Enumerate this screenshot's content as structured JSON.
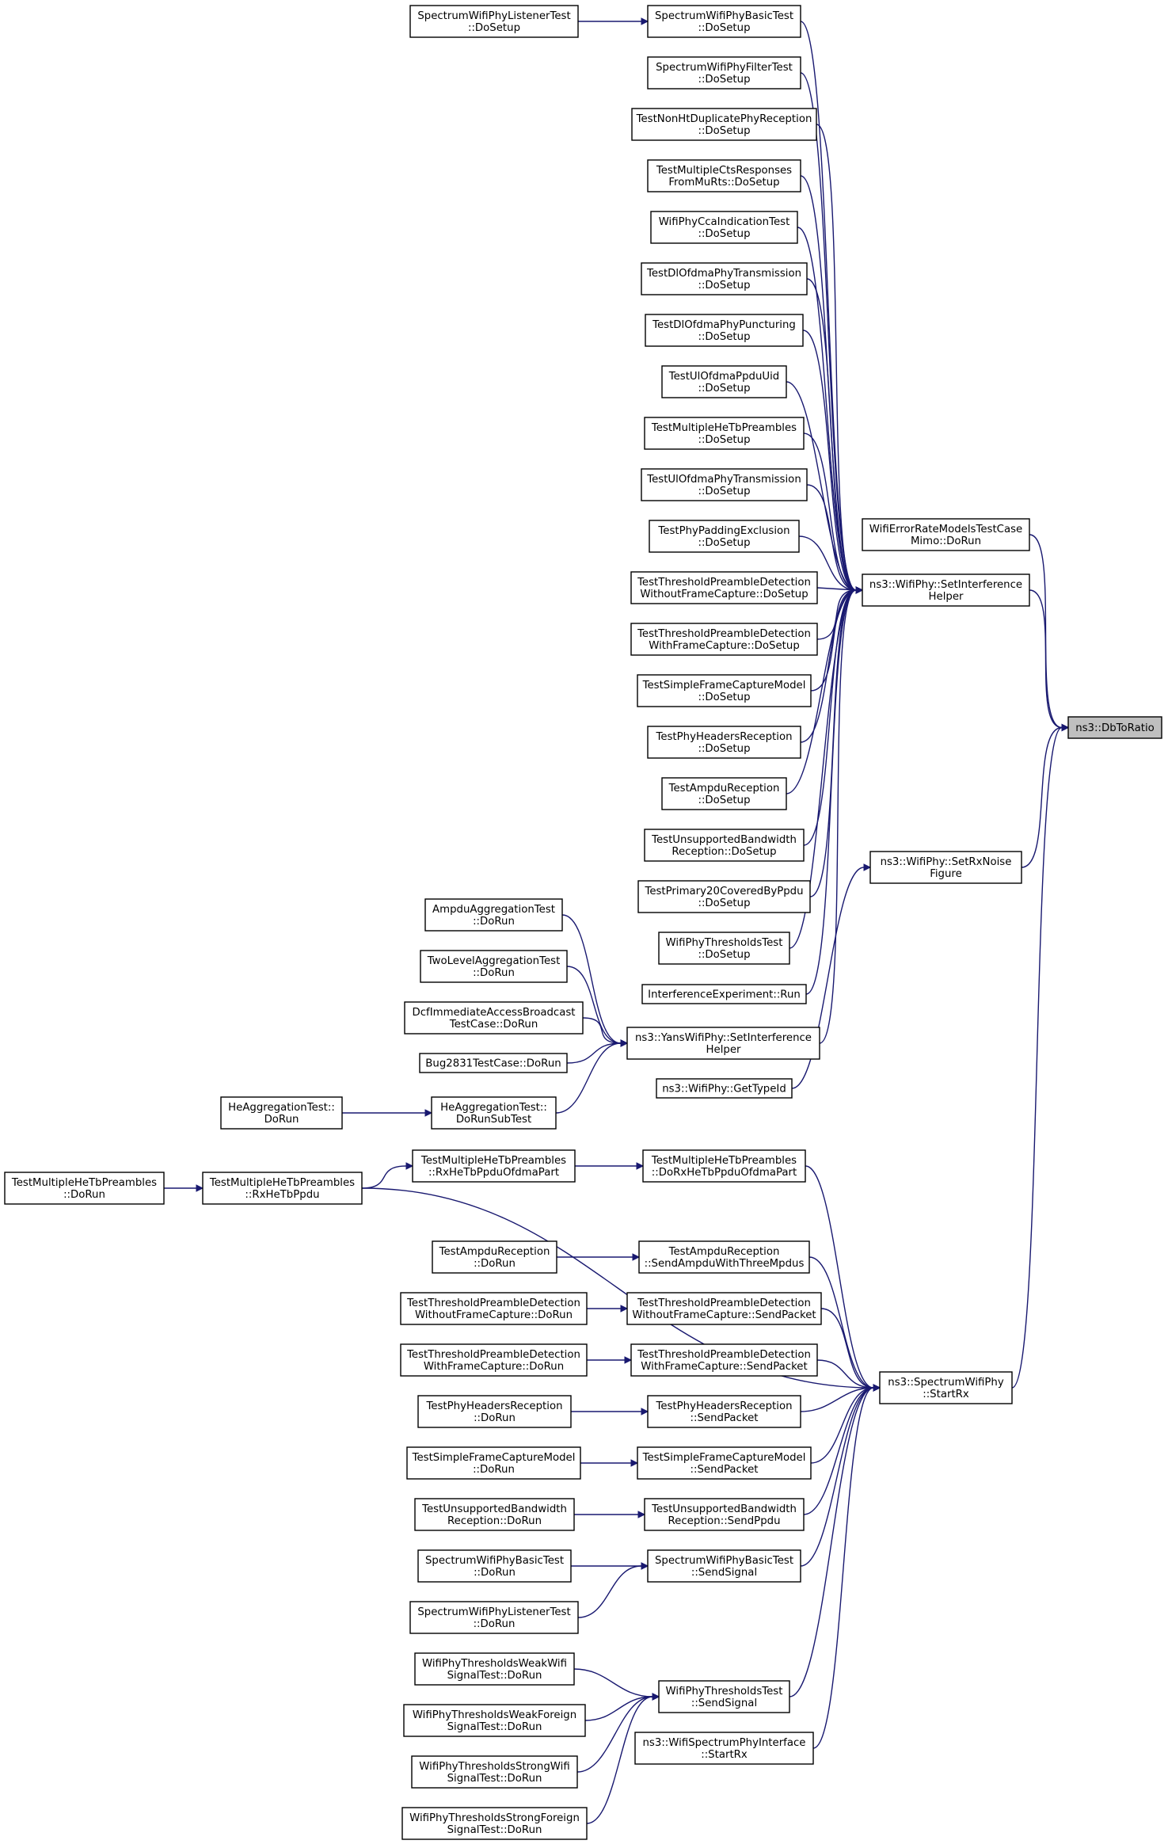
{
  "nodes": [
    {
      "id": "DbToRatio",
      "lines": [
        "ns3::DbToRatio"
      ],
      "root": true
    },
    {
      "id": "WifiErrMimo",
      "lines": [
        "WifiErrorRateModelsTestCase",
        "Mimo::DoRun"
      ]
    },
    {
      "id": "SetIntf",
      "lines": [
        "ns3::WifiPhy::SetInterference",
        "Helper"
      ]
    },
    {
      "id": "SetRxNoise",
      "lines": [
        "ns3::WifiPhy::SetRxNoise",
        "Figure"
      ]
    },
    {
      "id": "SpecStartRx",
      "lines": [
        "ns3::SpectrumWifiPhy",
        "::StartRx"
      ]
    },
    {
      "id": "SWPBasicDoSetup",
      "lines": [
        "SpectrumWifiPhyBasicTest",
        "::DoSetup"
      ]
    },
    {
      "id": "SWPListenerDoSetup",
      "lines": [
        "SpectrumWifiPhyListenerTest",
        "::DoSetup"
      ]
    },
    {
      "id": "SWPFilter",
      "lines": [
        "SpectrumWifiPhyFilterTest",
        "::DoSetup"
      ]
    },
    {
      "id": "NonHtDup",
      "lines": [
        "TestNonHtDuplicatePhyReception",
        "::DoSetup"
      ]
    },
    {
      "id": "MultiCts",
      "lines": [
        "TestMultipleCtsResponses",
        "FromMuRts::DoSetup"
      ]
    },
    {
      "id": "CcaInd",
      "lines": [
        "WifiPhyCcaIndicationTest",
        "::DoSetup"
      ]
    },
    {
      "id": "DlOfdmaTx",
      "lines": [
        "TestDlOfdmaPhyTransmission",
        "::DoSetup"
      ]
    },
    {
      "id": "DlOfdmaPunct",
      "lines": [
        "TestDlOfdmaPhyPuncturing",
        "::DoSetup"
      ]
    },
    {
      "id": "UlPpduUid",
      "lines": [
        "TestUlOfdmaPpduUid",
        "::DoSetup"
      ]
    },
    {
      "id": "MultiHeTbSetup",
      "lines": [
        "TestMultipleHeTbPreambles",
        "::DoSetup"
      ]
    },
    {
      "id": "UlOfdmaTx",
      "lines": [
        "TestUlOfdmaPhyTransmission",
        "::DoSetup"
      ]
    },
    {
      "id": "PhyPadding",
      "lines": [
        "TestPhyPaddingExclusion",
        "::DoSetup"
      ]
    },
    {
      "id": "ThreshWithoutSetup",
      "lines": [
        "TestThresholdPreambleDetection",
        "WithoutFrameCapture::DoSetup"
      ]
    },
    {
      "id": "ThreshWithSetup",
      "lines": [
        "TestThresholdPreambleDetection",
        "WithFrameCapture::DoSetup"
      ]
    },
    {
      "id": "SimpleFCSetup",
      "lines": [
        "TestSimpleFrameCaptureModel",
        "::DoSetup"
      ]
    },
    {
      "id": "PhyHdrSetup",
      "lines": [
        "TestPhyHeadersReception",
        "::DoSetup"
      ]
    },
    {
      "id": "AmpduRecSetup",
      "lines": [
        "TestAmpduReception",
        "::DoSetup"
      ]
    },
    {
      "id": "UnsupBwSetup",
      "lines": [
        "TestUnsupportedBandwidth",
        "Reception::DoSetup"
      ]
    },
    {
      "id": "Primary20",
      "lines": [
        "TestPrimary20CoveredByPpdu",
        "::DoSetup"
      ]
    },
    {
      "id": "ThreshTestSetup",
      "lines": [
        "WifiPhyThresholdsTest",
        "::DoSetup"
      ]
    },
    {
      "id": "IntfExpRun",
      "lines": [
        "InterferenceExperiment::Run"
      ]
    },
    {
      "id": "YansSetIntf",
      "lines": [
        "ns3::YansWifiPhy::SetInterference",
        "Helper"
      ]
    },
    {
      "id": "GetTypeId",
      "lines": [
        "ns3::WifiPhy::GetTypeId"
      ]
    },
    {
      "id": "AmpduAggr",
      "lines": [
        "AmpduAggregationTest",
        "::DoRun"
      ]
    },
    {
      "id": "TwoLevelAggr",
      "lines": [
        "TwoLevelAggregationTest",
        "::DoRun"
      ]
    },
    {
      "id": "DcfImmediate",
      "lines": [
        "DcfImmediateAccessBroadcast",
        "TestCase::DoRun"
      ]
    },
    {
      "id": "Bug2831",
      "lines": [
        "Bug2831TestCase::DoRun"
      ]
    },
    {
      "id": "HeAggrSub",
      "lines": [
        "HeAggregationTest::",
        "DoRunSubTest"
      ]
    },
    {
      "id": "HeAggrRun",
      "lines": [
        "HeAggregationTest::",
        "DoRun"
      ]
    },
    {
      "id": "MultiHeTbRxOfdma",
      "lines": [
        "TestMultipleHeTbPreambles",
        "::RxHeTbPpduOfdmaPart"
      ]
    },
    {
      "id": "MultiHeTbDoRxOfdma",
      "lines": [
        "TestMultipleHeTbPreambles",
        "::DoRxHeTbPpduOfdmaPart"
      ]
    },
    {
      "id": "MultiHeTbRx",
      "lines": [
        "TestMultipleHeTbPreambles",
        "::RxHeTbPpdu"
      ]
    },
    {
      "id": "MultiHeTbDoRun",
      "lines": [
        "TestMultipleHeTbPreambles",
        "::DoRun"
      ]
    },
    {
      "id": "AmpduRecRun",
      "lines": [
        "TestAmpduReception",
        "::DoRun"
      ]
    },
    {
      "id": "AmpduSend",
      "lines": [
        "TestAmpduReception",
        "::SendAmpduWithThreeMpdus"
      ]
    },
    {
      "id": "ThreshWithoutRun",
      "lines": [
        "TestThresholdPreambleDetection",
        "WithoutFrameCapture::DoRun"
      ]
    },
    {
      "id": "ThreshWithoutSend",
      "lines": [
        "TestThresholdPreambleDetection",
        "WithoutFrameCapture::SendPacket"
      ]
    },
    {
      "id": "ThreshWithRun",
      "lines": [
        "TestThresholdPreambleDetection",
        "WithFrameCapture::DoRun"
      ]
    },
    {
      "id": "ThreshWithSend",
      "lines": [
        "TestThresholdPreambleDetection",
        "WithFrameCapture::SendPacket"
      ]
    },
    {
      "id": "PhyHdrRun",
      "lines": [
        "TestPhyHeadersReception",
        "::DoRun"
      ]
    },
    {
      "id": "PhyHdrSend",
      "lines": [
        "TestPhyHeadersReception",
        "::SendPacket"
      ]
    },
    {
      "id": "SimpleFCRun",
      "lines": [
        "TestSimpleFrameCaptureModel",
        "::DoRun"
      ]
    },
    {
      "id": "SimpleFCSend",
      "lines": [
        "TestSimpleFrameCaptureModel",
        "::SendPacket"
      ]
    },
    {
      "id": "UnsupBwRun",
      "lines": [
        "TestUnsupportedBandwidth",
        "Reception::DoRun"
      ]
    },
    {
      "id": "UnsupBwSend",
      "lines": [
        "TestUnsupportedBandwidth",
        "Reception::SendPpdu"
      ]
    },
    {
      "id": "SWPBasicRun",
      "lines": [
        "SpectrumWifiPhyBasicTest",
        "::DoRun"
      ]
    },
    {
      "id": "SWPBasicSend",
      "lines": [
        "SpectrumWifiPhyBasicTest",
        "::SendSignal"
      ]
    },
    {
      "id": "SWPListenerRun",
      "lines": [
        "SpectrumWifiPhyListenerTest",
        "::DoRun"
      ]
    },
    {
      "id": "WeakWifi",
      "lines": [
        "WifiPhyThresholdsWeakWifi",
        "SignalTest::DoRun"
      ]
    },
    {
      "id": "ThreshSend",
      "lines": [
        "WifiPhyThresholdsTest",
        "::SendSignal"
      ]
    },
    {
      "id": "WeakForeign",
      "lines": [
        "WifiPhyThresholdsWeakForeign",
        "SignalTest::DoRun"
      ]
    },
    {
      "id": "StrongWifi",
      "lines": [
        "WifiPhyThresholdsStrongWifi",
        "SignalTest::DoRun"
      ]
    },
    {
      "id": "StrongForeign",
      "lines": [
        "WifiPhyThresholdsStrongForeign",
        "SignalTest::DoRun"
      ]
    },
    {
      "id": "SpecIfStartRx",
      "lines": [
        "ns3::WifiSpectrumPhyInterface",
        "::StartRx"
      ]
    }
  ],
  "edges": [
    [
      "WifiErrMimo",
      "DbToRatio"
    ],
    [
      "SetIntf",
      "DbToRatio"
    ],
    [
      "SetRxNoise",
      "DbToRatio"
    ],
    [
      "SpecStartRx",
      "DbToRatio"
    ],
    [
      "SWPListenerDoSetup",
      "SWPBasicDoSetup"
    ],
    [
      "SWPBasicDoSetup",
      "SetIntf"
    ],
    [
      "SWPFilter",
      "SetIntf"
    ],
    [
      "NonHtDup",
      "SetIntf"
    ],
    [
      "MultiCts",
      "SetIntf"
    ],
    [
      "CcaInd",
      "SetIntf"
    ],
    [
      "DlOfdmaTx",
      "SetIntf"
    ],
    [
      "DlOfdmaPunct",
      "SetIntf"
    ],
    [
      "UlPpduUid",
      "SetIntf"
    ],
    [
      "MultiHeTbSetup",
      "SetIntf"
    ],
    [
      "UlOfdmaTx",
      "SetIntf"
    ],
    [
      "PhyPadding",
      "SetIntf"
    ],
    [
      "ThreshWithoutSetup",
      "SetIntf"
    ],
    [
      "ThreshWithSetup",
      "SetIntf"
    ],
    [
      "SimpleFCSetup",
      "SetIntf"
    ],
    [
      "PhyHdrSetup",
      "SetIntf"
    ],
    [
      "AmpduRecSetup",
      "SetIntf"
    ],
    [
      "UnsupBwSetup",
      "SetIntf"
    ],
    [
      "Primary20",
      "SetIntf"
    ],
    [
      "ThreshTestSetup",
      "SetIntf"
    ],
    [
      "IntfExpRun",
      "SetIntf"
    ],
    [
      "YansSetIntf",
      "SetIntf"
    ],
    [
      "GetTypeId",
      "SetRxNoise"
    ],
    [
      "AmpduAggr",
      "YansSetIntf"
    ],
    [
      "TwoLevelAggr",
      "YansSetIntf"
    ],
    [
      "DcfImmediate",
      "YansSetIntf"
    ],
    [
      "Bug2831",
      "YansSetIntf"
    ],
    [
      "HeAggrSub",
      "YansSetIntf"
    ],
    [
      "HeAggrRun",
      "HeAggrSub"
    ],
    [
      "MultiHeTbRx",
      "MultiHeTbRxOfdma"
    ],
    [
      "MultiHeTbRxOfdma",
      "MultiHeTbDoRxOfdma"
    ],
    [
      "MultiHeTbDoRun",
      "MultiHeTbRx"
    ],
    [
      "MultiHeTbDoRxOfdma",
      "SpecStartRx"
    ],
    [
      "MultiHeTbRx",
      "SpecStartRx"
    ],
    [
      "AmpduRecRun",
      "AmpduSend"
    ],
    [
      "AmpduSend",
      "SpecStartRx"
    ],
    [
      "ThreshWithoutRun",
      "ThreshWithoutSend"
    ],
    [
      "ThreshWithoutSend",
      "SpecStartRx"
    ],
    [
      "ThreshWithRun",
      "ThreshWithSend"
    ],
    [
      "ThreshWithSend",
      "SpecStartRx"
    ],
    [
      "PhyHdrRun",
      "PhyHdrSend"
    ],
    [
      "PhyHdrSend",
      "SpecStartRx"
    ],
    [
      "SimpleFCRun",
      "SimpleFCSend"
    ],
    [
      "SimpleFCSend",
      "SpecStartRx"
    ],
    [
      "UnsupBwRun",
      "UnsupBwSend"
    ],
    [
      "UnsupBwSend",
      "SpecStartRx"
    ],
    [
      "SWPBasicRun",
      "SWPBasicSend"
    ],
    [
      "SWPListenerRun",
      "SWPBasicSend"
    ],
    [
      "SWPBasicSend",
      "SpecStartRx"
    ],
    [
      "WeakWifi",
      "ThreshSend"
    ],
    [
      "WeakForeign",
      "ThreshSend"
    ],
    [
      "StrongWifi",
      "ThreshSend"
    ],
    [
      "StrongForeign",
      "ThreshSend"
    ],
    [
      "ThreshSend",
      "SpecStartRx"
    ],
    [
      "SpecIfStartRx",
      "SpecStartRx"
    ]
  ]
}
